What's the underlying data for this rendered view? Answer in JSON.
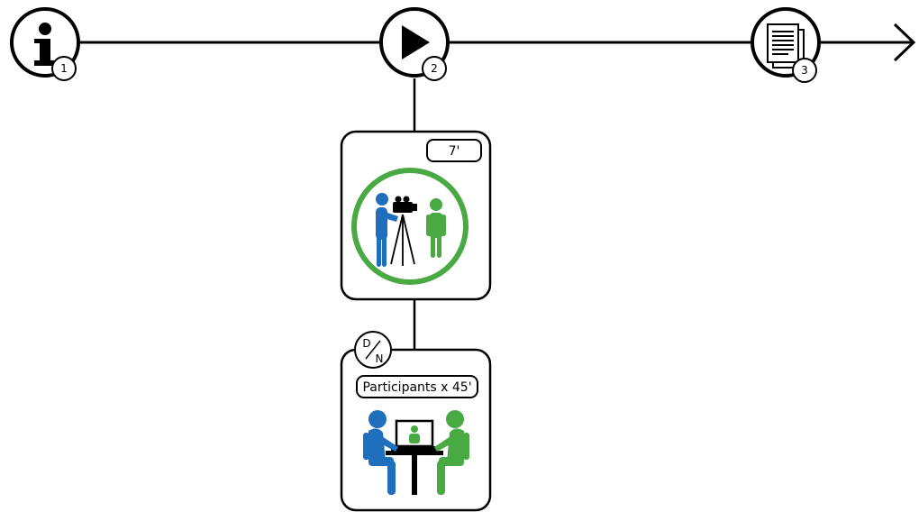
{
  "timeline": {
    "steps": [
      {
        "number": "1",
        "icon": "info-icon"
      },
      {
        "number": "2",
        "icon": "play-icon"
      },
      {
        "number": "3",
        "icon": "document-icon"
      }
    ],
    "end_icon": "arrow-head-icon"
  },
  "cards": {
    "filming": {
      "duration": "7'",
      "icon": "camera-filming-person-icon",
      "colors": {
        "ring": "#49a942",
        "camera_operator": "#1f6fbd",
        "subject": "#49a942"
      }
    },
    "interview": {
      "badge_top": "D",
      "badge_bottom": "N",
      "label": "Participants x 45'",
      "icon": "video-call-interview-icon",
      "colors": {
        "left_person": "#1f6fbd",
        "right_person": "#49a942"
      }
    }
  }
}
